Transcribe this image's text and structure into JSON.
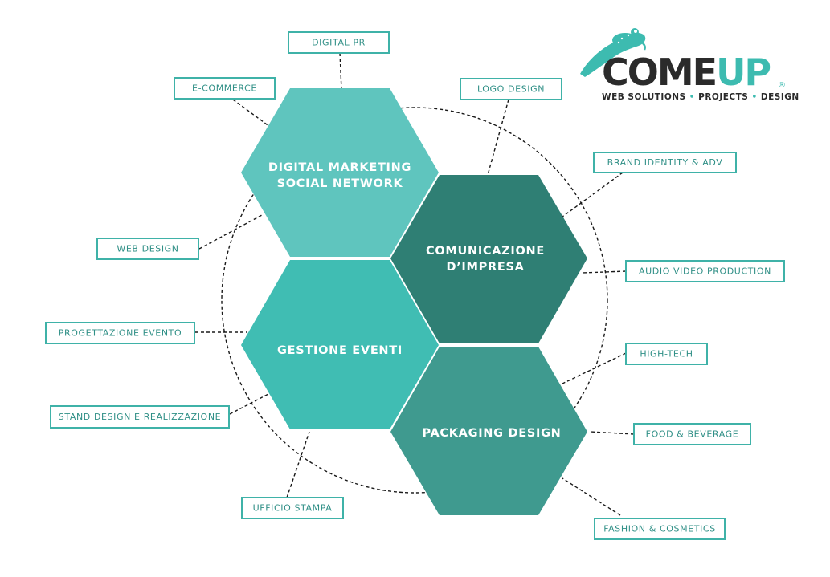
{
  "brand": {
    "name_part1": "COME",
    "name_part2": "UP",
    "tagline": "WEB SOLUTIONS • PROJECTS • DESIGN",
    "registered_mark": "®",
    "dark_color": "#2b2b2b",
    "accent_color": "#3dbbb0"
  },
  "colors": {
    "hex_light": "#5fc5be",
    "hex_dark": "#2f7f74",
    "hex_mid": "#40bdb3",
    "hex_medium": "#3f9a8f",
    "tag_stroke": "#3fb2a8",
    "tag_text": "#2f8f86"
  },
  "hexagons": [
    {
      "id": "marketing",
      "lines": [
        "DIGITAL MARKETING",
        "SOCIAL NETWORK"
      ]
    },
    {
      "id": "comunicazione",
      "lines": [
        "COMUNICAZIONE",
        "D’IMPRESA"
      ]
    },
    {
      "id": "eventi",
      "lines": [
        "GESTIONE EVENTI"
      ]
    },
    {
      "id": "packaging",
      "lines": [
        "PACKAGING DESIGN"
      ]
    }
  ],
  "tags": [
    "DIGITAL PR",
    "E-COMMERCE",
    "LOGO DESIGN",
    "BRAND IDENTITY & ADV",
    "WEB DESIGN",
    "AUDIO VIDEO PRODUCTION",
    "PROGETTAZIONE EVENTO",
    "HIGH-TECH",
    "STAND DESIGN E REALIZZAZIONE",
    "FOOD & BEVERAGE",
    "UFFICIO STAMPA",
    "FASHION & COSMETICS"
  ]
}
